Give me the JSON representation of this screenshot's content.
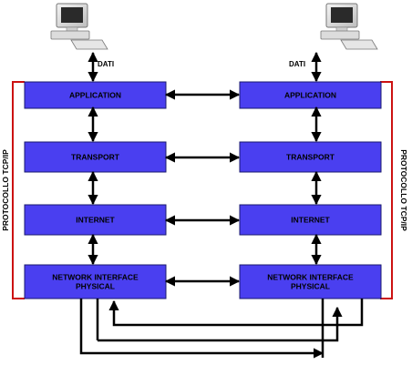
{
  "diagram": {
    "protocol_label": "PROTOCOLLO TCP/IP",
    "data_label": "DATI",
    "layers": [
      {
        "line1": "APPLICATION",
        "line2": ""
      },
      {
        "line1": "TRANSPORT",
        "line2": ""
      },
      {
        "line1": "INTERNET",
        "line2": ""
      },
      {
        "line1": "NETWORK INTERFACE",
        "line2": "PHYSICAL"
      }
    ],
    "colors": {
      "layer_fill": "#4a3ff0",
      "layer_border": "#1a1a6e",
      "bracket": "#cc1111",
      "line": "#000000"
    }
  }
}
